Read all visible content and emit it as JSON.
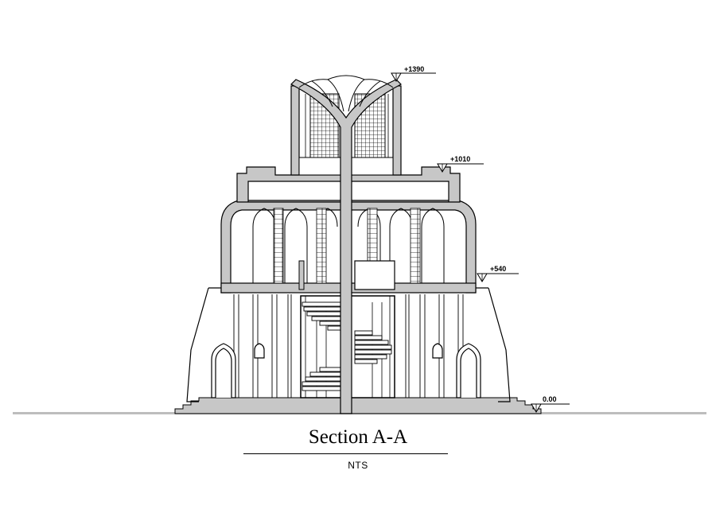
{
  "drawing": {
    "title": "Section A-A",
    "scale": "NTS",
    "levels": [
      {
        "label": "+1390"
      },
      {
        "label": "+1010"
      },
      {
        "label": "+540"
      },
      {
        "label": "0.00"
      }
    ]
  }
}
